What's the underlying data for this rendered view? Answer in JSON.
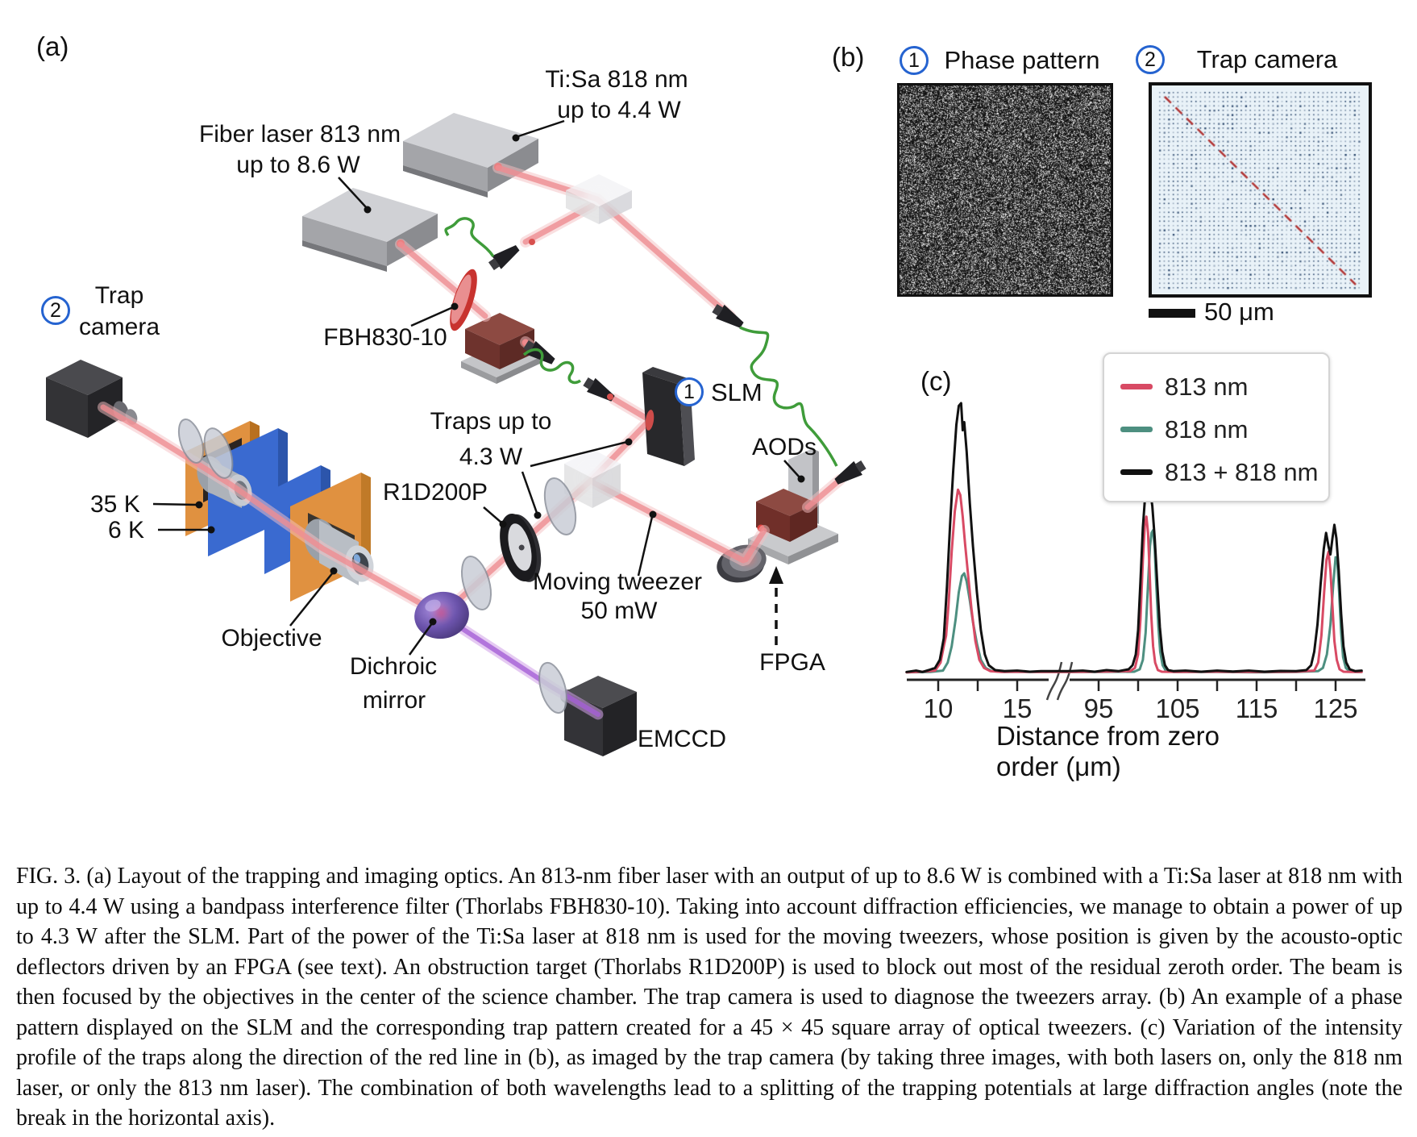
{
  "figure": {
    "panel_a_label": "(a)",
    "panel_b_label": "(b)",
    "panel_c_label": "(c)"
  },
  "panel_a": {
    "beam_color": "#f2898e",
    "imaging_beam_color": "#a55fd6",
    "fiber_color": "#3f9c3a",
    "labels": {
      "tisa_1": "Ti:Sa 818 nm",
      "tisa_2": "up to 4.4 W",
      "fiber_1": "Fiber laser 813 nm",
      "fiber_2": "up to 8.6 W",
      "trap_camera_num": "2",
      "trap_camera_1": "Trap",
      "trap_camera_2": "camera",
      "fbh": "FBH830-10",
      "slm_num": "1",
      "slm": "SLM",
      "aods": "AODs",
      "traps_1": "Traps up to",
      "traps_2": "4.3 W",
      "r1d": "R1D200P",
      "moving_1": "Moving tweezer",
      "moving_2": "50 mW",
      "k35": "35 K",
      "k6": "6 K",
      "objective": "Objective",
      "dichroic_1": "Dichroic",
      "dichroic_2": "mirror",
      "fpga": "FPGA",
      "emccd": "EMCCD"
    }
  },
  "panel_b": {
    "num1": "1",
    "title1": "Phase pattern",
    "num2": "2",
    "title2": "Trap camera",
    "scale_bar": "50 μm",
    "trap_grid": 45,
    "trap_line_color": "#b23535"
  },
  "chart_data": {
    "type": "line",
    "xlabel": "Distance from zero order (μm)",
    "x_break_between": [
      17,
      93
    ],
    "xticks_labeled": [
      10,
      15,
      95,
      105,
      115,
      125
    ],
    "xticks_all": [
      10,
      12.5,
      15,
      95,
      100,
      105,
      110,
      115,
      120,
      125
    ],
    "ylim": [
      0,
      1
    ],
    "grid": false,
    "legend_position": "upper right",
    "series": [
      {
        "name": "813 nm",
        "color": "#d84a64",
        "points": [
          [
            8,
            0.004
          ],
          [
            9,
            0.006
          ],
          [
            9.8,
            0.01
          ],
          [
            10.15,
            0.04
          ],
          [
            10.35,
            0.1
          ],
          [
            10.5,
            0.14
          ],
          [
            10.65,
            0.25
          ],
          [
            10.85,
            0.45
          ],
          [
            11.05,
            0.6
          ],
          [
            11.25,
            0.68
          ],
          [
            11.4,
            0.66
          ],
          [
            11.55,
            0.58
          ],
          [
            11.7,
            0.48
          ],
          [
            11.9,
            0.36
          ],
          [
            12.1,
            0.24
          ],
          [
            12.35,
            0.12
          ],
          [
            12.6,
            0.05
          ],
          [
            12.9,
            0.02
          ],
          [
            13.3,
            0.008
          ],
          [
            14,
            0.005
          ],
          [
            15,
            0.006
          ],
          [
            16.5,
            0.005
          ],
          [
            91.5,
            0.005
          ],
          [
            95,
            0.006
          ],
          [
            99,
            0.008
          ],
          [
            99.6,
            0.02
          ],
          [
            100.0,
            0.07
          ],
          [
            100.3,
            0.2
          ],
          [
            100.6,
            0.42
          ],
          [
            100.85,
            0.55
          ],
          [
            101.05,
            0.58
          ],
          [
            101.25,
            0.52
          ],
          [
            101.45,
            0.38
          ],
          [
            101.65,
            0.22
          ],
          [
            101.9,
            0.1
          ],
          [
            102.15,
            0.04
          ],
          [
            102.5,
            0.012
          ],
          [
            103,
            0.006
          ],
          [
            105,
            0.005
          ],
          [
            110,
            0.006
          ],
          [
            115,
            0.005
          ],
          [
            120,
            0.006
          ],
          [
            122.3,
            0.01
          ],
          [
            122.8,
            0.04
          ],
          [
            123.2,
            0.14
          ],
          [
            123.55,
            0.3
          ],
          [
            123.85,
            0.42
          ],
          [
            124.1,
            0.45
          ],
          [
            124.35,
            0.38
          ],
          [
            124.6,
            0.25
          ],
          [
            124.85,
            0.12
          ],
          [
            125.15,
            0.05
          ],
          [
            125.5,
            0.015
          ],
          [
            126,
            0.006
          ],
          [
            127,
            0.005
          ],
          [
            128.3,
            0.005
          ]
        ]
      },
      {
        "name": "818 nm",
        "color": "#4d8f80",
        "points": [
          [
            8,
            0.004
          ],
          [
            9.5,
            0.005
          ],
          [
            10.3,
            0.01
          ],
          [
            10.6,
            0.04
          ],
          [
            10.85,
            0.1
          ],
          [
            11.1,
            0.2
          ],
          [
            11.3,
            0.3
          ],
          [
            11.5,
            0.36
          ],
          [
            11.65,
            0.37
          ],
          [
            11.8,
            0.34
          ],
          [
            12.0,
            0.27
          ],
          [
            12.2,
            0.19
          ],
          [
            12.45,
            0.11
          ],
          [
            12.7,
            0.05
          ],
          [
            13.0,
            0.02
          ],
          [
            13.4,
            0.008
          ],
          [
            14.2,
            0.005
          ],
          [
            15,
            0.006
          ],
          [
            16.5,
            0.005
          ],
          [
            91.5,
            0.005
          ],
          [
            95,
            0.005
          ],
          [
            99.5,
            0.006
          ],
          [
            100.2,
            0.015
          ],
          [
            100.6,
            0.05
          ],
          [
            100.95,
            0.15
          ],
          [
            101.25,
            0.33
          ],
          [
            101.5,
            0.47
          ],
          [
            101.7,
            0.52
          ],
          [
            101.9,
            0.53
          ],
          [
            102.1,
            0.46
          ],
          [
            102.3,
            0.33
          ],
          [
            102.55,
            0.18
          ],
          [
            102.8,
            0.08
          ],
          [
            103.1,
            0.03
          ],
          [
            103.5,
            0.01
          ],
          [
            104.5,
            0.005
          ],
          [
            110,
            0.005
          ],
          [
            115,
            0.004
          ],
          [
            120,
            0.005
          ],
          [
            122.8,
            0.008
          ],
          [
            123.4,
            0.02
          ],
          [
            123.9,
            0.07
          ],
          [
            124.35,
            0.18
          ],
          [
            124.7,
            0.33
          ],
          [
            125.0,
            0.43
          ],
          [
            125.2,
            0.42
          ],
          [
            125.45,
            0.3
          ],
          [
            125.7,
            0.15
          ],
          [
            125.95,
            0.06
          ],
          [
            126.3,
            0.02
          ],
          [
            126.8,
            0.007
          ],
          [
            127.8,
            0.005
          ],
          [
            128.3,
            0.005
          ]
        ]
      },
      {
        "name": "813 + 818 nm",
        "color": "#111111",
        "points": [
          [
            8,
            0.005
          ],
          [
            8.6,
            0.01
          ],
          [
            9,
            0.005
          ],
          [
            9.4,
            0.012
          ],
          [
            9.8,
            0.02
          ],
          [
            10.1,
            0.05
          ],
          [
            10.35,
            0.13
          ],
          [
            10.55,
            0.32
          ],
          [
            10.75,
            0.55
          ],
          [
            10.95,
            0.75
          ],
          [
            11.15,
            0.92
          ],
          [
            11.3,
            0.99
          ],
          [
            11.45,
            1.0
          ],
          [
            11.55,
            0.9
          ],
          [
            11.65,
            0.93
          ],
          [
            11.8,
            0.82
          ],
          [
            12.0,
            0.63
          ],
          [
            12.2,
            0.47
          ],
          [
            12.45,
            0.3
          ],
          [
            12.7,
            0.16
          ],
          [
            12.95,
            0.07
          ],
          [
            13.2,
            0.03
          ],
          [
            13.6,
            0.012
          ],
          [
            14.2,
            0.008
          ],
          [
            15,
            0.01
          ],
          [
            15.8,
            0.006
          ],
          [
            16.5,
            0.008
          ],
          [
            91.5,
            0.008
          ],
          [
            93,
            0.01
          ],
          [
            94.5,
            0.006
          ],
          [
            96,
            0.012
          ],
          [
            97.5,
            0.008
          ],
          [
            98.8,
            0.015
          ],
          [
            99.3,
            0.03
          ],
          [
            99.7,
            0.07
          ],
          [
            100.0,
            0.16
          ],
          [
            100.3,
            0.34
          ],
          [
            100.6,
            0.54
          ],
          [
            100.9,
            0.66
          ],
          [
            101.2,
            0.7
          ],
          [
            101.5,
            0.68
          ],
          [
            101.8,
            0.62
          ],
          [
            102.1,
            0.5
          ],
          [
            102.45,
            0.32
          ],
          [
            102.75,
            0.17
          ],
          [
            103.05,
            0.08
          ],
          [
            103.4,
            0.03
          ],
          [
            103.8,
            0.012
          ],
          [
            104.5,
            0.008
          ],
          [
            106,
            0.01
          ],
          [
            108,
            0.006
          ],
          [
            110,
            0.01
          ],
          [
            112,
            0.007
          ],
          [
            114,
            0.01
          ],
          [
            116,
            0.006
          ],
          [
            118,
            0.009
          ],
          [
            120,
            0.008
          ],
          [
            121.3,
            0.012
          ],
          [
            121.9,
            0.03
          ],
          [
            122.3,
            0.08
          ],
          [
            122.7,
            0.18
          ],
          [
            123.1,
            0.33
          ],
          [
            123.5,
            0.46
          ],
          [
            123.8,
            0.52
          ],
          [
            124.1,
            0.47
          ],
          [
            124.35,
            0.44
          ],
          [
            124.6,
            0.5
          ],
          [
            124.85,
            0.55
          ],
          [
            125.1,
            0.5
          ],
          [
            125.4,
            0.38
          ],
          [
            125.7,
            0.22
          ],
          [
            126.0,
            0.1
          ],
          [
            126.35,
            0.04
          ],
          [
            126.8,
            0.015
          ],
          [
            127.5,
            0.008
          ],
          [
            128.3,
            0.01
          ]
        ]
      }
    ]
  },
  "caption": "FIG. 3. (a) Layout of the trapping and imaging optics. An 813-nm fiber laser with an output of up to 8.6 W is combined with a Ti:Sa laser at 818 nm with up to 4.4 W using a bandpass interference filter (Thorlabs FBH830-10). Taking into account diffraction efficiencies, we manage to obtain a power of up to 4.3 W after the SLM. Part of the power of the Ti:Sa laser at 818 nm is used for the moving tweezers, whose position is given by the acousto-optic deflectors driven by an FPGA (see text). An obstruction target (Thorlabs R1D200P) is used to block out most of the residual zeroth order. The beam is then focused by the objectives in the center of the science chamber. The trap camera is used to diagnose the tweezers array. (b) An example of a phase pattern displayed on the SLM and the corresponding trap pattern created for a 45 × 45 square array of optical tweezers. (c) Variation of the intensity profile of the traps along the direction of the red line in (b), as imaged by the trap camera (by taking three images, with both lasers on, only the 818 nm laser, or only the 813 nm laser). The combination of both wavelengths lead to a splitting of the trapping potentials at large diffraction angles (note the break in the horizontal axis)."
}
